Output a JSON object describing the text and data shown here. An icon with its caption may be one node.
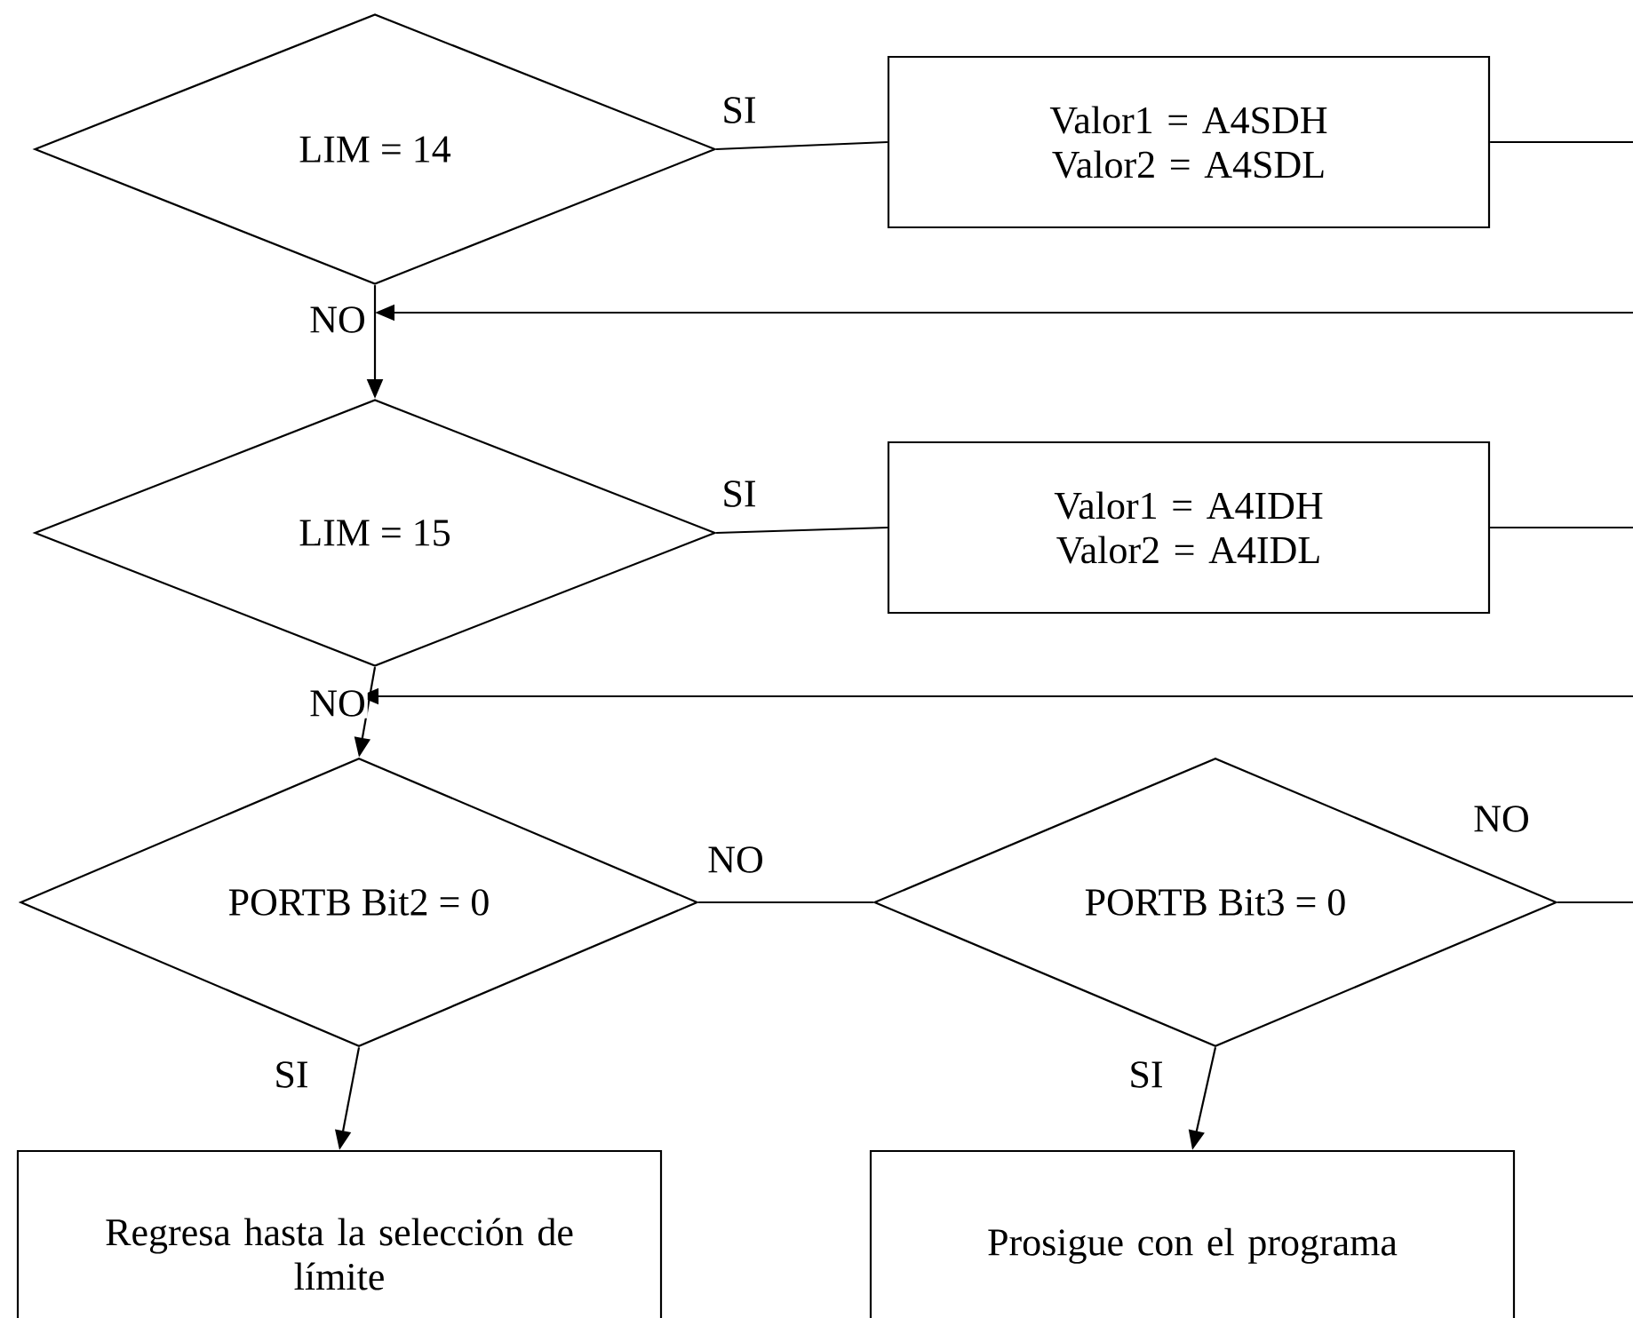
{
  "diagram": {
    "nodes": [
      {
        "text": [
          "LIM = 14"
        ]
      },
      {
        "text": [
          "Valor1 = A4SDH",
          "Valor2 = A4SDL"
        ]
      },
      {
        "text": [
          "LIM = 15"
        ]
      },
      {
        "text": [
          "Valor1 = A4IDH",
          "Valor2 = A4IDL"
        ]
      },
      {
        "text": [
          "PORTB Bit2 = 0"
        ]
      },
      {
        "text": [
          "PORTB Bit3 = 0"
        ]
      },
      {
        "text": [
          "Regresa hasta la selección de límite"
        ]
      },
      {
        "text": [
          "Prosigue con el programa"
        ]
      }
    ],
    "edges": [
      {
        "from": 0,
        "to": 1,
        "arrow": "none",
        "label": "SI"
      },
      {
        "from": 1,
        "to": null,
        "arrow": "none"
      },
      {
        "from": 0,
        "to": 2,
        "arrow": "to",
        "label": "NO"
      },
      {
        "from": null,
        "to": 2,
        "arrow": "to"
      },
      {
        "from": 2,
        "to": 3,
        "arrow": "none",
        "label": "SI"
      },
      {
        "from": 3,
        "to": null,
        "arrow": "none"
      },
      {
        "from": 2,
        "to": 4,
        "arrow": "to",
        "label": "NO"
      },
      {
        "from": null,
        "to": 4,
        "arrow": "to"
      },
      {
        "from": 4,
        "to": 5,
        "arrow": "none",
        "label": "NO"
      },
      {
        "from": 5,
        "to": null,
        "arrow": "none",
        "label": "NO"
      },
      {
        "from": 4,
        "to": 6,
        "arrow": "to",
        "label": "SI"
      },
      {
        "from": 5,
        "to": 7,
        "arrow": "to",
        "label": "SI"
      }
    ]
  }
}
